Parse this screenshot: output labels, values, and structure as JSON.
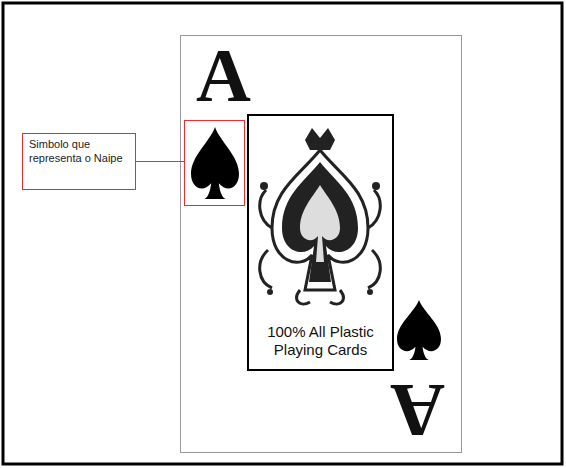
{
  "diagram": {
    "nodes": [
      {
        "text": [
          "A",
          "A"
        ]
      },
      {
        "text": [
          "100% All Plastic Playing Cards"
        ],
        "in": 0
      },
      {
        "text": [
          "Simbolo que representa o Naipe"
        ]
      }
    ]
  }
}
